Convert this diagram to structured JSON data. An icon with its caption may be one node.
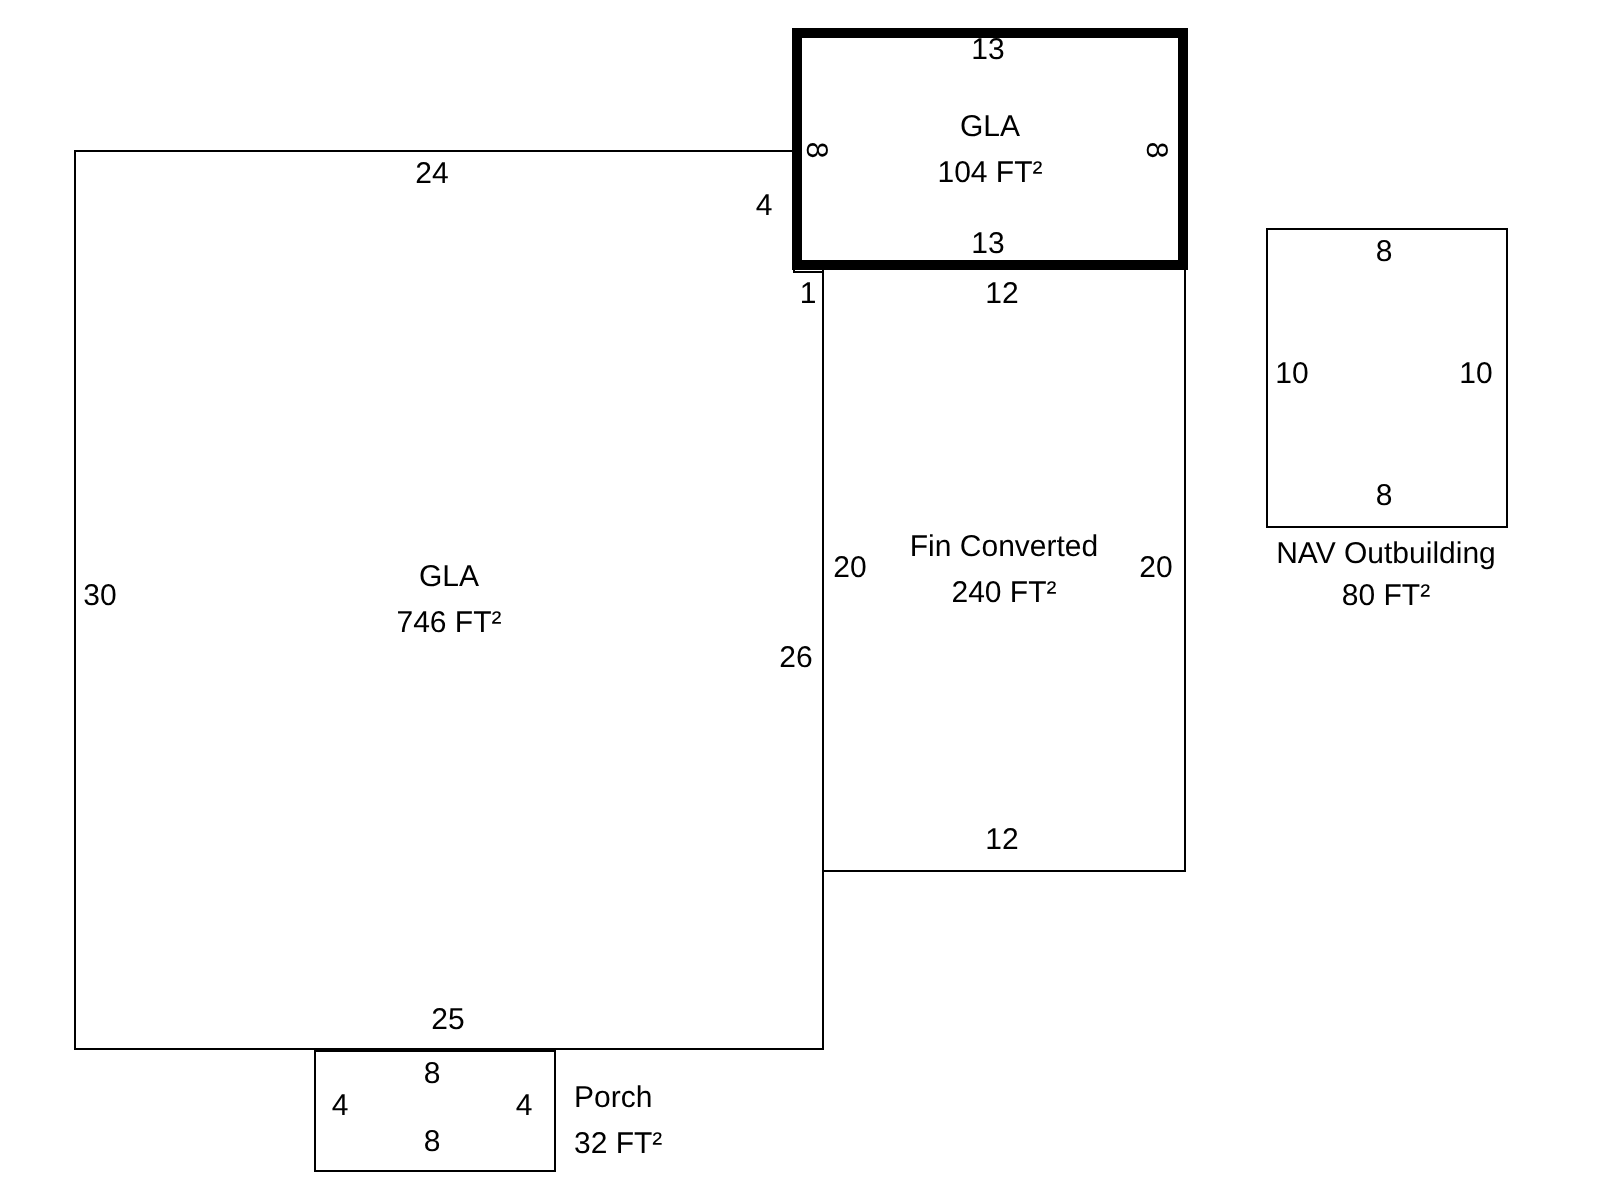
{
  "diagram": {
    "nodes": [
      {
        "text": [
          "GLA",
          "746 FT²"
        ]
      },
      {
        "text": [
          "GLA",
          "104 FT²"
        ]
      },
      {
        "text": [
          "Fin Converted",
          "240 FT²"
        ]
      },
      {
        "text": [],
        "shape": "box",
        "beside": [
          "Porch",
          "32 FT²"
        ]
      },
      {
        "text": [],
        "shape": "box",
        "beside": [
          "NAV Outbuilding",
          "80 FT²"
        ]
      }
    ],
    "labels": [
      "13",
      "8",
      "8",
      "24",
      "4",
      "13",
      "8",
      "1",
      "12",
      "10",
      "10",
      "8",
      "20",
      "20",
      "30",
      "26",
      "12",
      "25",
      "8",
      "4",
      "4",
      "8"
    ]
  }
}
